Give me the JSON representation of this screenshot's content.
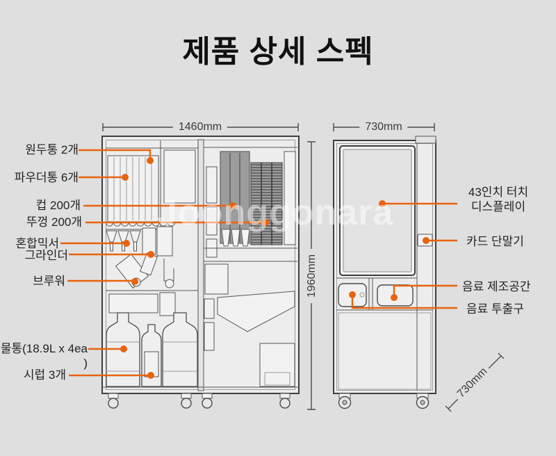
{
  "title": "제품 상세 스펙",
  "watermark": "Joonggonara",
  "colors": {
    "accent": "#e8630e",
    "background": "#dfdfdf",
    "title": "#111111",
    "label": "#222222"
  },
  "dimensions": {
    "front_width": "1460mm",
    "side_width": "730mm",
    "height": "1960mm",
    "depth": "730mm"
  },
  "labels": {
    "left": [
      {
        "id": "bean-hopper",
        "text": "원두통 2개"
      },
      {
        "id": "powder-hopper",
        "text": "파우더통 6개"
      },
      {
        "id": "cups",
        "text": "컵 200개"
      },
      {
        "id": "lids",
        "text": "뚜껑 200개"
      },
      {
        "id": "mixer",
        "text": "혼합믹서"
      },
      {
        "id": "grinder",
        "text": "그라인더"
      },
      {
        "id": "brewer",
        "text": "브루워"
      },
      {
        "id": "water-tank",
        "text": "물통(18.9L x 4ea )"
      },
      {
        "id": "syrup",
        "text": "시럽 3개"
      }
    ],
    "right": [
      {
        "id": "touch-display",
        "text": "43인치 터치\n디스플레이"
      },
      {
        "id": "card-terminal",
        "text": "카드 단말기"
      },
      {
        "id": "drink-prep-space",
        "text": "음료 제조공간"
      },
      {
        "id": "drink-outlet",
        "text": "음료 투출구"
      }
    ]
  }
}
